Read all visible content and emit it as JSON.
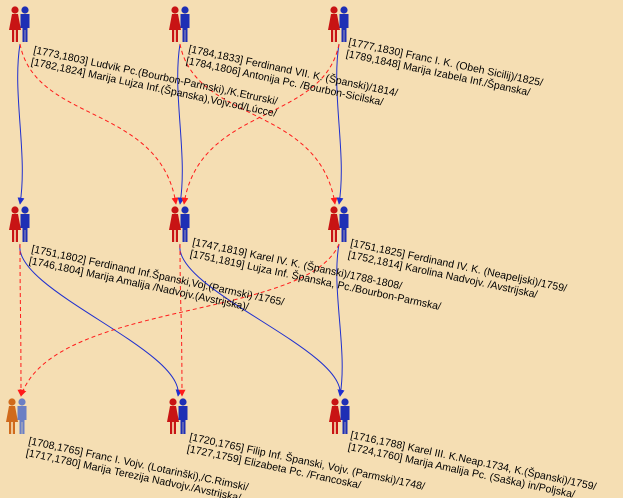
{
  "colors": {
    "background": "#f5deb3",
    "blood_line": "#1f2fcf",
    "marriage_line": "#ff1a1a",
    "male_figure": "#1e2fb5",
    "female_figure": "#c81414",
    "female_figure_alt": "#d06a1c"
  },
  "icons": [
    "couple-icon"
  ],
  "couples": [
    {
      "id": "c1",
      "generation": 1,
      "line1": "[1773,1803] Ludvik Pc.(Bourbon-Parmski),/K.Etrurski/",
      "line2": "[1782,1824] Marija Lujza Inf.(Španska),Vojv.od/Lúcce/"
    },
    {
      "id": "c2",
      "generation": 1,
      "line1": "[1784,1833] Ferdinand VII. K. (Španski)/1814/",
      "line2": "[1784,1806] Antonija Pc. /Bourbon-Sicilska/"
    },
    {
      "id": "c3",
      "generation": 1,
      "line1": "[1777,1830] Franc I. K. (Obeh Sicilij)/1825/",
      "line2": "[1789,1848] Marija Izabela Inf./Španska/"
    },
    {
      "id": "c4",
      "generation": 2,
      "line1": "[1751,1802] Ferdinand Inf.Španski,Voj.(Parmski) /1765/",
      "line2": "[1746,1804] Marija Amalija /Nadvojv.(Avstrijska)/"
    },
    {
      "id": "c5",
      "generation": 2,
      "line1": "[1747,1819] Karel IV. K. (Španski)/1788-1808/",
      "line2": "[1751,1819] Lujza Inf. Španska, Pc./Bourbon-Parmska/"
    },
    {
      "id": "c6",
      "generation": 2,
      "line1": "[1751,1825] Ferdinand IV. K. (Neapeljski)/1759/",
      "line2": "[1752,1814] Karolina Nadvojv. /Avstrijska/"
    },
    {
      "id": "c7",
      "generation": 3,
      "line1": "[1708,1765] Franc I. Vojv. (Lotarinški),/C.Rimski/",
      "line2": "[1717,1780] Marija Terezija Nadvojv./Avstrijska/"
    },
    {
      "id": "c8",
      "generation": 3,
      "line1": "[1720,1765] Filip Inf. Španski, Vojv. (Parmski)/1748/",
      "line2": "[1727,1759] Elizabeta Pc. /Francoska/"
    },
    {
      "id": "c9",
      "generation": 3,
      "line1": "[1716,1788] Karel III. K.Neap.1734, K.(Španski)/1759/",
      "line2": "[1724,1760] Marija Amalija Pc. (Saška) in/Poljska/"
    }
  ],
  "links": [
    {
      "from": "c1",
      "to": "c4",
      "kind": "blood"
    },
    {
      "from": "c1",
      "to": "c5",
      "kind": "marriage"
    },
    {
      "from": "c2",
      "to": "c5",
      "kind": "blood"
    },
    {
      "from": "c2",
      "to": "c6",
      "kind": "marriage"
    },
    {
      "from": "c3",
      "to": "c6",
      "kind": "blood"
    },
    {
      "from": "c3",
      "to": "c5",
      "kind": "marriage"
    },
    {
      "from": "c4",
      "to": "c8",
      "kind": "blood"
    },
    {
      "from": "c4",
      "to": "c7",
      "kind": "marriage"
    },
    {
      "from": "c5",
      "to": "c9",
      "kind": "blood"
    },
    {
      "from": "c5",
      "to": "c8",
      "kind": "marriage"
    },
    {
      "from": "c6",
      "to": "c9",
      "kind": "blood"
    },
    {
      "from": "c6",
      "to": "c7",
      "kind": "marriage"
    }
  ]
}
